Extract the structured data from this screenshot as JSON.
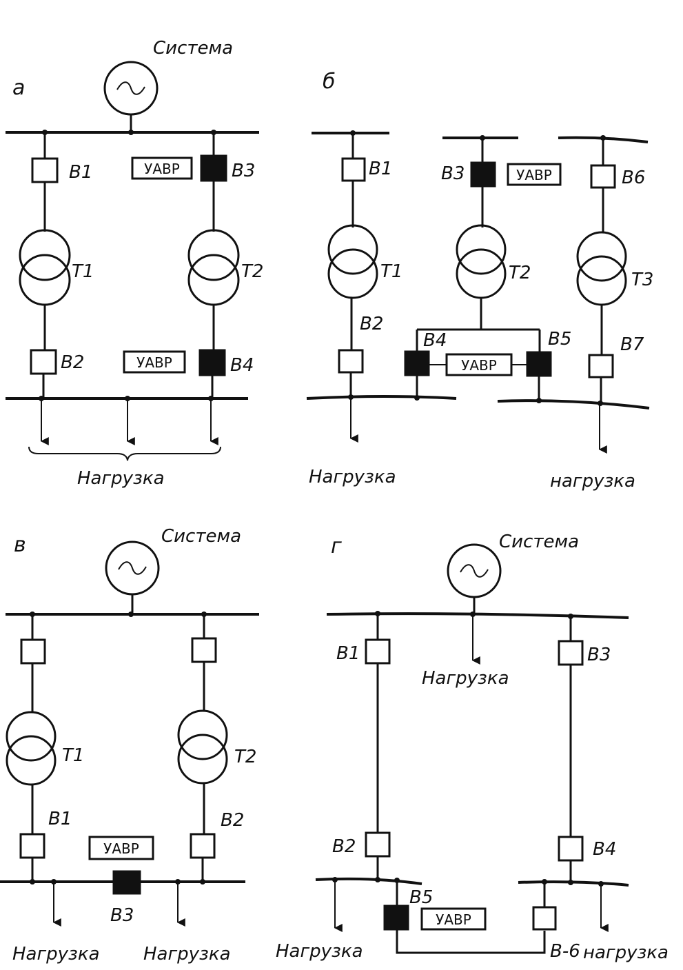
{
  "text": {
    "sistema": "Система",
    "nagruzka": "Нагрузка",
    "nagruzka_lower": "нагрузка",
    "uavr": "УАВР",
    "v_6": "В-6"
  },
  "panels": {
    "a": {
      "letter": "а",
      "b1": "В1",
      "b2": "В2",
      "b3": "В3",
      "b4": "В4",
      "t1": "Т1",
      "t2": "Т2"
    },
    "b": {
      "letter": "б",
      "b1": "В1",
      "b2": "В2",
      "b3": "В3",
      "b4": "В4",
      "b5": "В5",
      "b6": "В6",
      "b7": "В7",
      "t1": "Т1",
      "t2": "Т2",
      "t3": "Т3"
    },
    "v": {
      "letter": "в",
      "b1": "В1",
      "b2": "В2",
      "b3": "В3",
      "t1": "Т1",
      "t2": "Т2"
    },
    "g": {
      "letter": "г",
      "b1": "В1",
      "b2": "В2",
      "b3": "В3",
      "b4": "В4",
      "b5": "В5"
    }
  }
}
